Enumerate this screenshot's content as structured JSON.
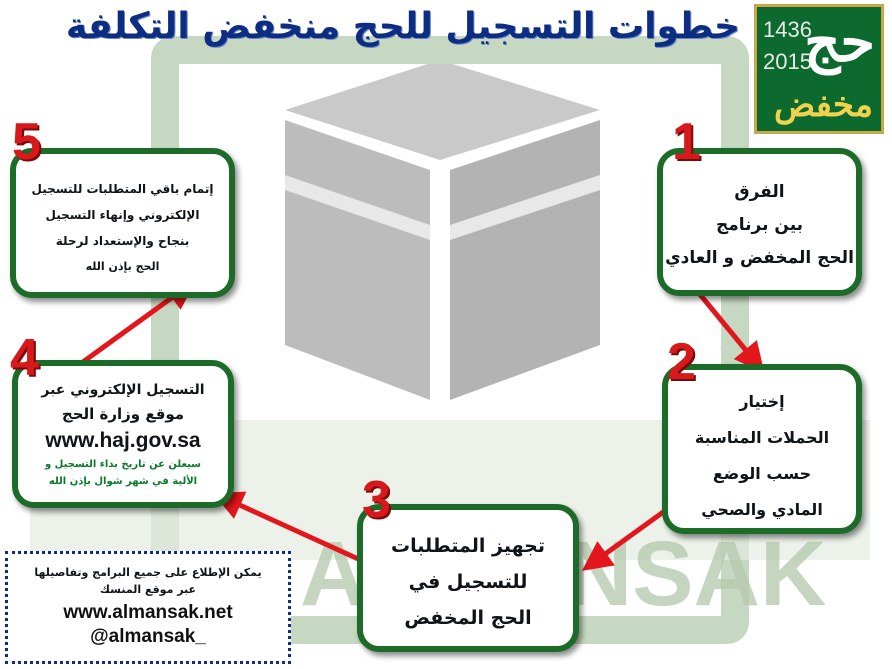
{
  "title": "خطوات التسجيل للحج منخفض التكلفة",
  "logo": {
    "year_hijri": "1436",
    "year_greg": "2015",
    "letter": "حج",
    "word": "مخفض"
  },
  "watermark": "ALMANSAK",
  "steps": [
    {
      "number": "1",
      "lines": [
        "الفرق",
        "بين برنامج",
        "الحج المخفض و العادي"
      ]
    },
    {
      "number": "2",
      "lines": [
        "إختيار",
        "الحملات المناسبة",
        "حسب الوضع",
        "المادي والصحي"
      ]
    },
    {
      "number": "3",
      "lines": [
        "تجهيز المتطلبات",
        "للتسجيل في",
        "الحج المخفض"
      ]
    },
    {
      "number": "4",
      "lines": [
        "التسجيل الإلكتروني عبر",
        "موقع وزارة الحج",
        "www.haj.gov.sa",
        "سيعلن عن تاريخ بداء التسجيل و",
        "الألية في شهر شوال بإذن الله"
      ]
    },
    {
      "number": "5",
      "lines": [
        "إتمام باقي المتطلبات للتسجيل",
        "الإلكتروني وإنهاء التسجيل",
        "بنجاح والإستعداد لرحلة",
        "الحج بإذن الله"
      ]
    }
  ],
  "footer": {
    "line1": "يمكن الإطلاع على جميع البرامج وتفاصيلها",
    "line2": "عبر موقع المنسك",
    "url": "www.almansak.net",
    "handle": "@almansak_"
  },
  "colors": {
    "title": "#0c2d82",
    "box_border": "#1c6b28",
    "step_number": "#d7191c",
    "arrow": "#e3161c",
    "logo_bg": "#0c6a2e",
    "watermark": "#b7cbb0"
  }
}
